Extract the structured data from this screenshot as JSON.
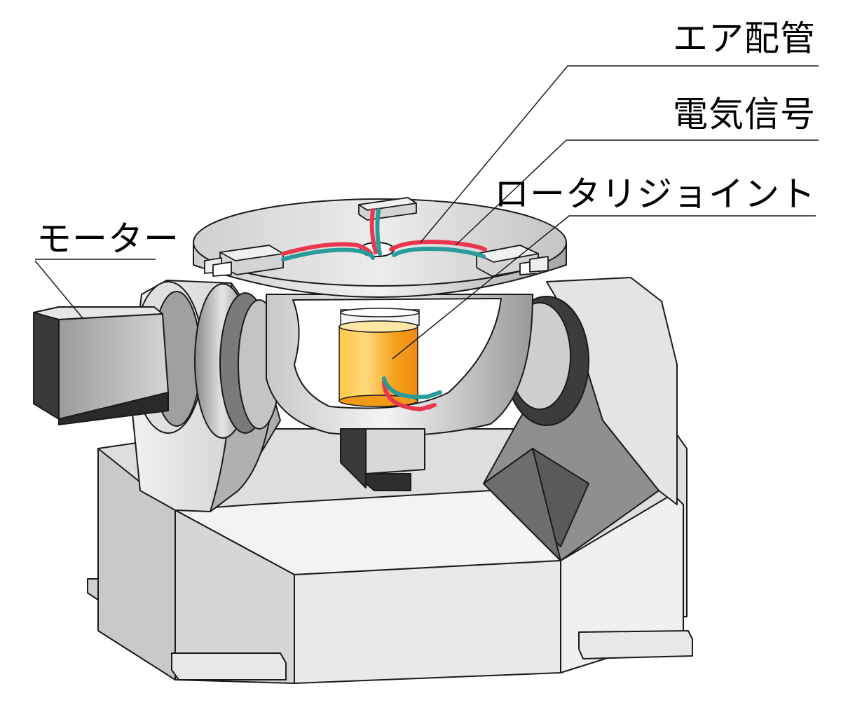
{
  "labels": {
    "motor": "モーター",
    "air_piping": "エア配管",
    "electric_signal": "電気信号",
    "rotary_joint": "ロータリジョイント"
  },
  "colors": {
    "outline": "#1a1a1a",
    "body_light": "#ececec",
    "body_mid": "#cfcfcf",
    "body_dark": "#8e8e8e",
    "shadow_dark": "#3c3c3c",
    "air_line": "#e8374f",
    "signal_line": "#2a9b9b",
    "rotary_joint_top": "#ffd36a",
    "rotary_joint_mid": "#f5a623",
    "rotary_joint_dark": "#e07a12"
  }
}
